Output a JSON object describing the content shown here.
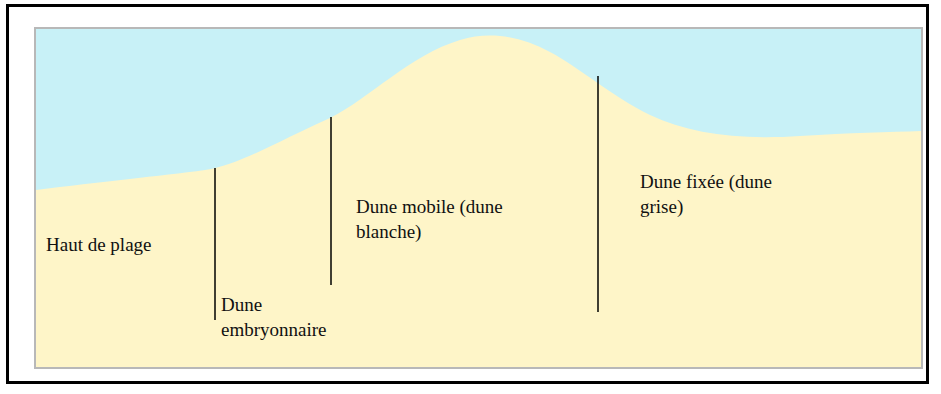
{
  "diagram": {
    "labels": [
      "Haut de plage",
      "Dune embryonnaire",
      "Dune mobile (dune blanche)",
      "Dune fixée (dune grise)"
    ]
  }
}
